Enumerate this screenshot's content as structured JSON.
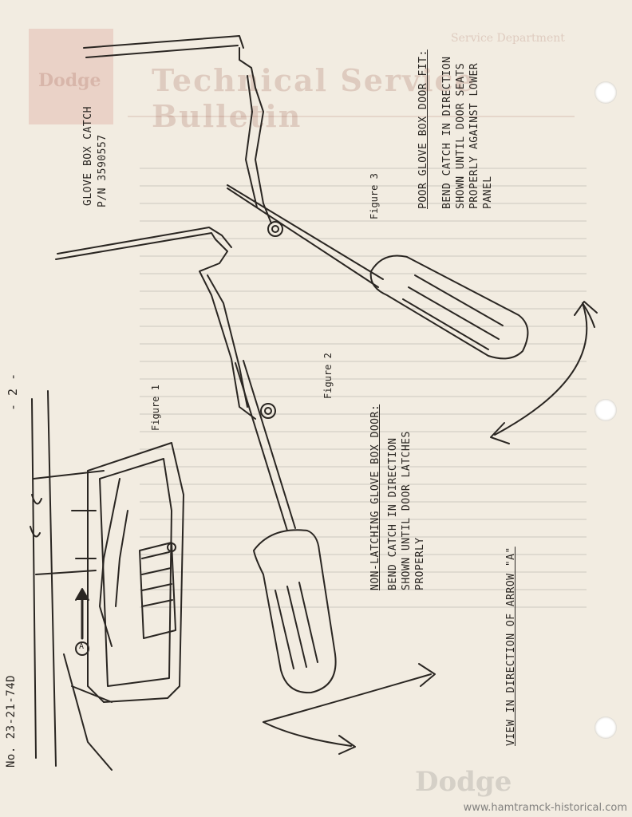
{
  "document": {
    "page_number": "- 2 -",
    "bulletin_number": "No. 23-21-74D",
    "watermark": "www.hamtramck-historical.com"
  },
  "bleed_through": {
    "header": "Service Department",
    "title": "Technical Service Bulletin",
    "brand": "Dodge"
  },
  "part": {
    "name": "GLOVE BOX CATCH",
    "pn": "P/N 3590557"
  },
  "figures": {
    "fig1": "Figure 1",
    "fig2": "Figure 2",
    "fig3": "Figure 3",
    "arrow_label": "A"
  },
  "non_latching": {
    "heading": "NON-LATCHING GLOVE BOX DOOR:",
    "lines": [
      "BEND CATCH IN DIRECTION",
      "SHOWN UNTIL DOOR LATCHES",
      "PROPERLY"
    ]
  },
  "poor_fit": {
    "heading": "POOR GLOVE BOX DOOR FIT:",
    "lines": [
      "BEND CATCH IN DIRECTION",
      "SHOWN UNTIL DOOR SEATS",
      "PROPERLY AGAINST LOWER",
      "PANEL"
    ]
  },
  "view_caption": "VIEW IN DIRECTION OF ARROW \"A\"",
  "colors": {
    "paper": "#f2ece1",
    "ink": "#2a2622",
    "bleed_red": "#8a3a2a"
  }
}
